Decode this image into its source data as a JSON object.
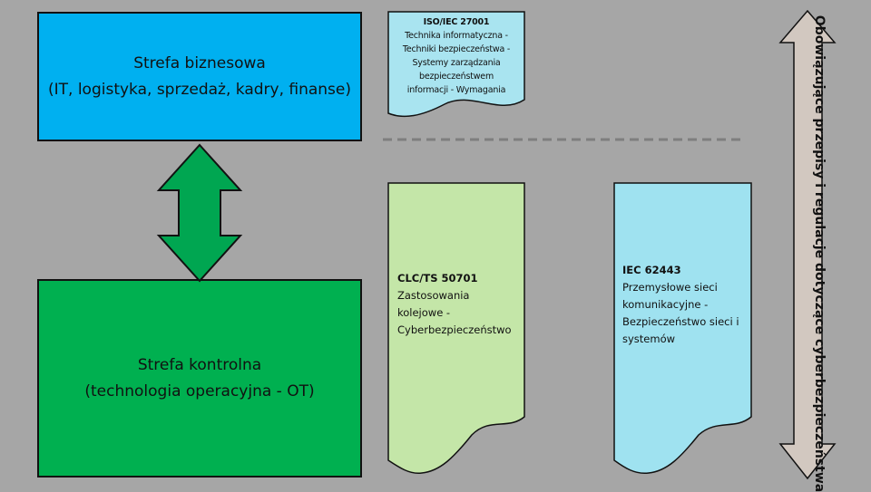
{
  "business_zone": {
    "line1": "Strefa biznesowa",
    "line2": "(IT, logistyka, sprzedaż, kadry, finanse)",
    "color": "#00b0f0"
  },
  "control_zone": {
    "line1": "Strefa kontrolna",
    "line2": "(technologia operacyjna - OT)",
    "color": "#00b050"
  },
  "standards": {
    "iso": {
      "title": "ISO/IEC 27001",
      "lines": [
        "Technika informatyczna -",
        "Techniki bezpieczeństwa -",
        "Systemy zarządzania",
        "bezpieczeństwem",
        "informacji - Wymagania"
      ],
      "color": "#a9e4f0"
    },
    "clc": {
      "title": "CLC/TS 50701",
      "lines": [
        "Zastosowania",
        "kolejowe -",
        "Cyberbezpieczeństwo"
      ],
      "color": "#c4e6a8"
    },
    "iec": {
      "title": "IEC 62443",
      "lines": [
        "Przemysłowe sieci",
        "komunikacyjne -",
        "Bezpieczeństwo sieci i",
        "systemów"
      ],
      "color": "#9fe2f0"
    }
  },
  "vertical_arrow_label": "Obowiązujące przepisy i regulacje dotyczące cyberbezpieczeństwa",
  "colors": {
    "background": "#a6a6a6",
    "double_arrow": "#00a651",
    "vertical_arrow": "#d2c8c0",
    "divider": "#7f7f7f"
  }
}
